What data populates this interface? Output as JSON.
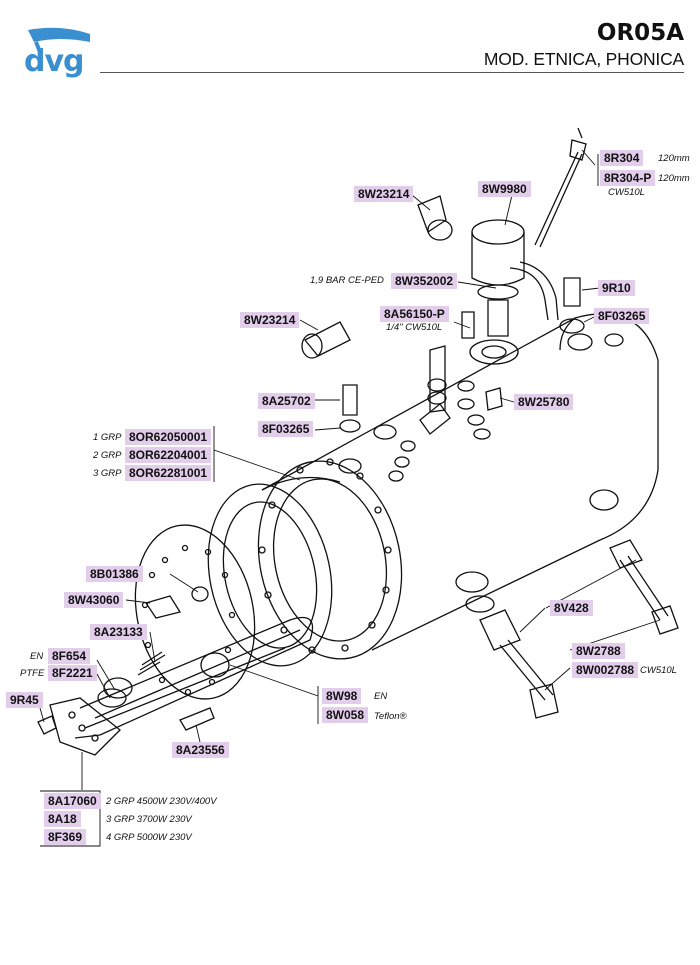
{
  "header": {
    "brand": "dvg",
    "model": "OR05A",
    "subtitle": "MOD. ETNICA, PHONICA",
    "brand_color": "#3a8fd0",
    "label_color": "#e2cdea"
  },
  "labels": {
    "l1": {
      "code": "8R304",
      "note": "120mm"
    },
    "l2": {
      "code": "8R304-P",
      "note": "120mm",
      "note2": "CW510L"
    },
    "l3": {
      "code": "8W23214"
    },
    "l4": {
      "code": "8W9980"
    },
    "l5": {
      "code": "8W352002",
      "note": "1,9 BAR CE-PED"
    },
    "l6": {
      "code": "9R10"
    },
    "l7": {
      "code": "8F03265"
    },
    "l8": {
      "code": "8A56150-P",
      "note": "1/4\" CW510L"
    },
    "l9": {
      "code": "8W23214"
    },
    "l10": {
      "code": "8A25702"
    },
    "l11": {
      "code": "8W25780"
    },
    "l12": {
      "code": "8F03265"
    },
    "l13": {
      "code": "8OR62050001",
      "note": "1 GRP"
    },
    "l14": {
      "code": "8OR62204001",
      "note": "2 GRP"
    },
    "l15": {
      "code": "8OR62281001",
      "note": "3 GRP"
    },
    "l16": {
      "code": "8B01386"
    },
    "l17": {
      "code": "8W43060"
    },
    "l18": {
      "code": "8V428"
    },
    "l19": {
      "code": "8A23133"
    },
    "l20": {
      "code": "8F654",
      "note": "EN"
    },
    "l21": {
      "code": "8F2221",
      "note": "PTFE"
    },
    "l22": {
      "code": "8W2788"
    },
    "l23": {
      "code": "8W002788",
      "note": "CW510L"
    },
    "l24": {
      "code": "9R45"
    },
    "l25": {
      "code": "8W98",
      "note": "EN"
    },
    "l26": {
      "code": "8W058",
      "note": "Teflon®"
    },
    "l27": {
      "code": "8A23556"
    },
    "l28": {
      "code": "8A17060",
      "note": "2 GRP 4500W  230V/400V"
    },
    "l29": {
      "code": "8A18",
      "note": "3 GRP 3700W  230V"
    },
    "l30": {
      "code": "8F369",
      "note": "4 GRP 5000W  230V"
    }
  }
}
